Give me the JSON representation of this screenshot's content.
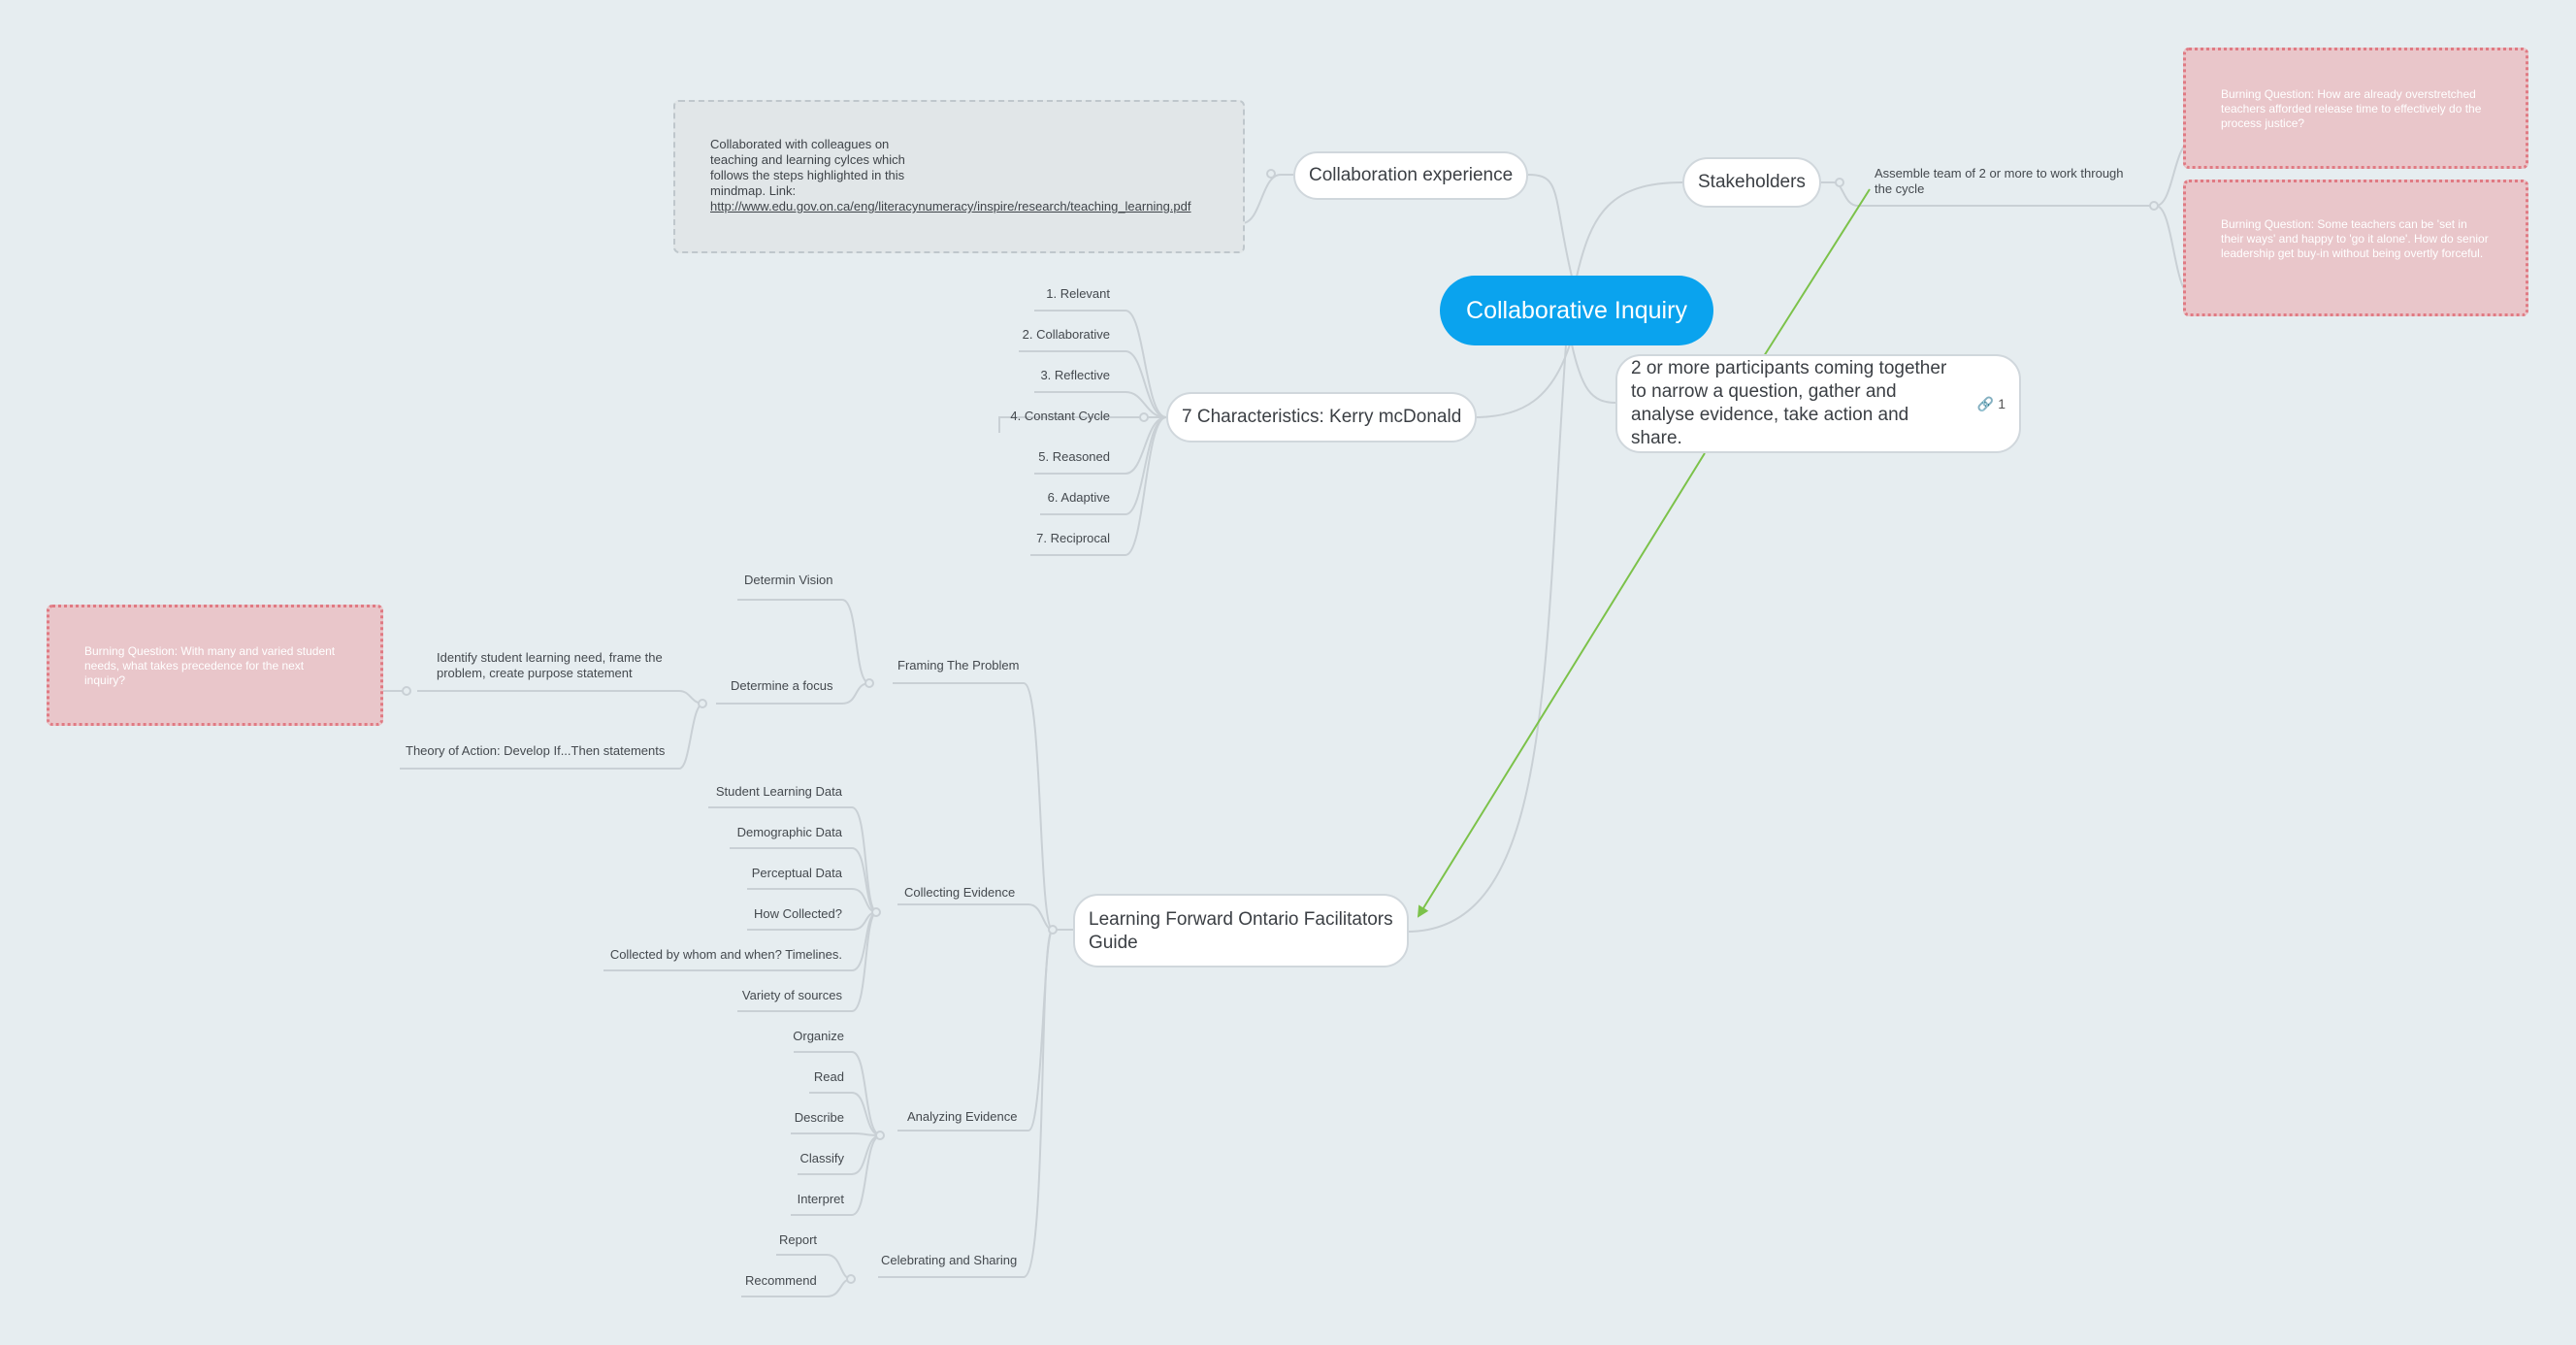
{
  "root": {
    "label": "Collaborative Inquiry"
  },
  "collaboration": {
    "label": "Collaboration experience",
    "note_text": "Collaborated with colleagues on teaching and learning cylces which follows the steps highlighted in this mindmap. Link:",
    "note_link": "http://www.edu.gov.on.ca/eng/literacynumeracy/inspire/research/teaching_learning.pdf"
  },
  "stakeholders": {
    "label": "Stakeholders",
    "child": "Assemble team of 2 or more to work through the cycle",
    "burning": [
      "Burning Question: How are already overstretched teachers afforded release time to effectively do the process justice?",
      "Burning Question: Some teachers can be 'set in their ways' and happy to 'go it alone'. How do senior leadership get buy-in without being overtly forceful."
    ]
  },
  "definition": {
    "label": "2 or more participants coming together to narrow a question, gather and analyse evidence, take action and share.",
    "link_count": "1"
  },
  "characteristics": {
    "label": "7 Characteristics: Kerry mcDonald",
    "items": [
      "1. Relevant",
      "2. Collaborative",
      "3. Reflective",
      "4. Constant Cycle",
      "5. Reasoned",
      "6. Adaptive",
      "7. Reciprocal"
    ]
  },
  "guide": {
    "label": "Learning Forward Ontario Facilitators Guide",
    "framing": {
      "label": "Framing The Problem",
      "vision": "Determin Vision",
      "focus": {
        "label": "Determine a focus",
        "identify": "Identify student learning need, frame the problem, create purpose statement",
        "burning": "Burning Question: With many and varied student needs, what takes precedence for the next inquiry?",
        "theory": "Theory of Action: Develop If...Then statements"
      }
    },
    "collecting": {
      "label": "Collecting Evidence",
      "items": [
        "Student Learning Data",
        "Demographic Data",
        "Perceptual Data",
        "How Collected?",
        "Collected by whom and when? Timelines.",
        "Variety of sources"
      ]
    },
    "analyzing": {
      "label": "Analyzing Evidence",
      "items": [
        "Organize",
        "Read",
        "Describe",
        "Classify",
        "Interpret"
      ]
    },
    "celebrating": {
      "label": "Celebrating and Sharing",
      "items": [
        "Report",
        "Recommend"
      ]
    }
  },
  "colors": {
    "root": "#0aa3ee",
    "background": "#e6edf0",
    "connector": "#c9d0d5",
    "relationship": "#7cc24a",
    "burning_fill": "#e9c6ca",
    "burning_border": "#e07a83"
  }
}
